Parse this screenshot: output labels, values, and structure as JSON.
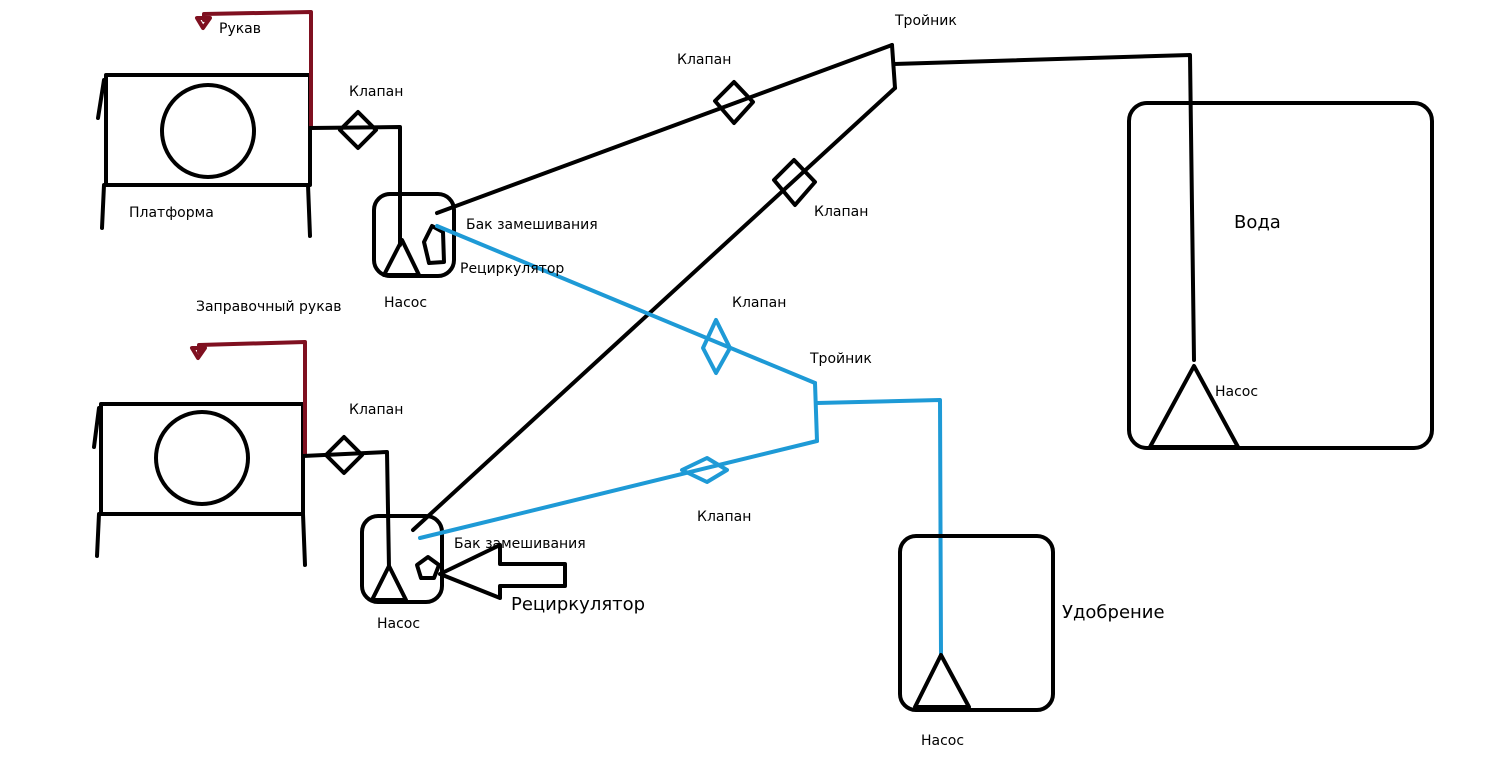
{
  "colors": {
    "line": "#000000",
    "water_line": "#1e9ad6",
    "hose": "#7f1020",
    "background": "#ffffff"
  },
  "labels": {
    "hose_top": "Рукав",
    "platform": "Платформа",
    "refuel_hose": "Заправочный рукав",
    "valve_top": "Клапан",
    "pump_top": "Насос",
    "mix_tank_top": "Бак замешивания",
    "recirculator_top": "Рециркулятор",
    "valve_mid_a": "Клапан",
    "tee_top": "Тройник",
    "valve_mid_b": "Клапан",
    "water": "Вода",
    "pump_water": "Насос",
    "valve_blue_upper": "Клапан",
    "tee_bottom": "Тройник",
    "valve_bottom": "Клапан",
    "valve_blue_lower": "Клапан",
    "mix_tank_bottom": "Бак замешивания",
    "recirculator_bottom": "Рециркулятор",
    "pump_bottom": "Насос",
    "fertilizer": "Удобрение",
    "pump_fertilizer": "Насос"
  }
}
